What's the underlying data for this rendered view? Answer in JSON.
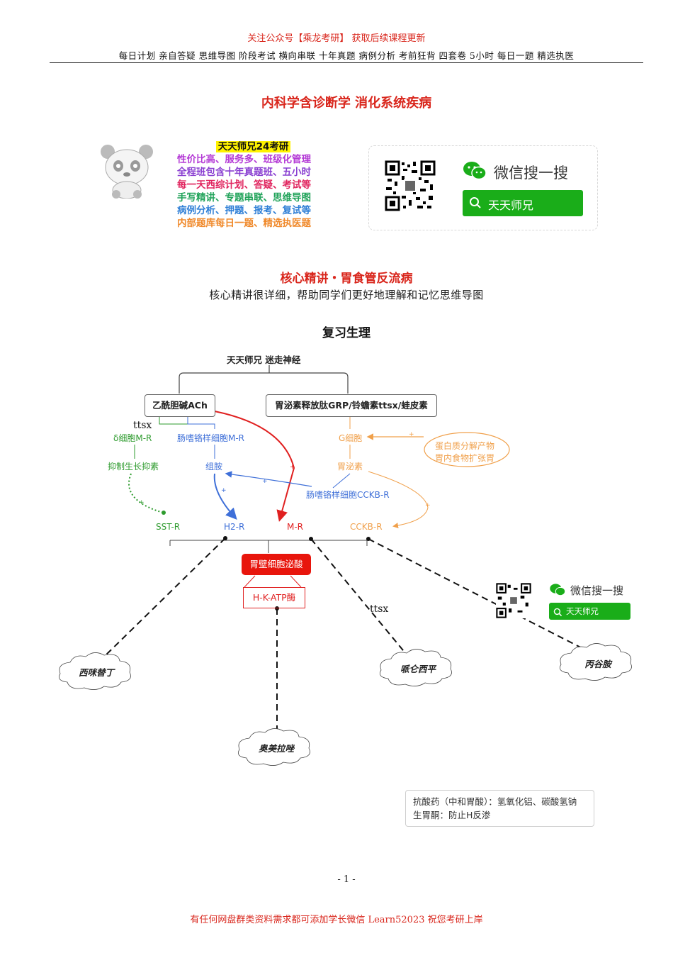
{
  "header": {
    "promo": "关注公众号【乘龙考研】 获取后续课程更新",
    "nav": "每日计划 亲自答疑 思维导图 阶段考试 横向串联 十年真题 病例分析 考前狂背 四套卷 5小时 每日一题 精选执医"
  },
  "doc_title": "内科学含诊断学 消化系统疾病",
  "promo_box": {
    "heading": "天天师兄24考研",
    "lines": [
      {
        "text": "性价比高、服务多、班级化管理",
        "color": "#b43ad6"
      },
      {
        "text": "全程班包含十年真题班、五小时",
        "color": "#8a3fd1"
      },
      {
        "text": "每一天西综计划、答疑、考试等",
        "color": "#e0245e"
      },
      {
        "text": "手写精讲、专题串联、思维导图",
        "color": "#21a35a"
      },
      {
        "text": "病例分析、押题、报考、复试等",
        "color": "#2f7fd6"
      },
      {
        "text": "内部题库每日一题、精选执医题",
        "color": "#f08a2c"
      }
    ],
    "wechat_search": "微信搜一搜",
    "wechat_name": "天天师兄"
  },
  "section": {
    "title": "核心精讲・胃食管反流病",
    "subtitle": "核心精讲很详细，帮助同学们更好地理解和记忆思维导图",
    "heading": "复习生理"
  },
  "diagram": {
    "root": "天天师兄 迷走神经",
    "ach": "乙酰胆碱ACh",
    "grp": "胃泌素释放肽GRP/铃蟾素ttsx/蛙皮素",
    "ttsx1": "ttsx",
    "delta_cell": "δ细胞M-R",
    "ecl_mr": "肠嗜铬样细胞M-R",
    "g_cell": "G细胞",
    "protein": "蛋白质分解产物",
    "stomach": "胃内食物扩张胃",
    "inhibit": "抑制生长抑素",
    "histamine": "组胺",
    "gastrin": "胃泌素",
    "ecl_cckb": "肠嗜铬样细胞CCKB-R",
    "sst_r": "SST-R",
    "h2_r": "H2-R",
    "m_r": "M-R",
    "cckb_r": "CCKB-R",
    "parietal": "胃壁细胞泌酸",
    "hk": "H-K-ATP酶",
    "ttsx2": "ttsx",
    "plus": "+",
    "drug_cimetidine": "西咪替丁",
    "drug_pirenzepine": "哌仑西平",
    "drug_proglumide": "丙谷胺",
    "drug_omeprazole": "奥美拉唑",
    "wechat_search": "微信搜一搜",
    "wechat_name": "天天师兄",
    "note_line1": "抗酸药（中和胃酸）：氢氧化铝、碳酸氢钠",
    "note_line2": "生胃酮：防止H反渗"
  },
  "page_number": "- 1 -",
  "footer": "有任何网盘群类资料需求都可添加学长微信 Learn52023  祝您考研上岸"
}
